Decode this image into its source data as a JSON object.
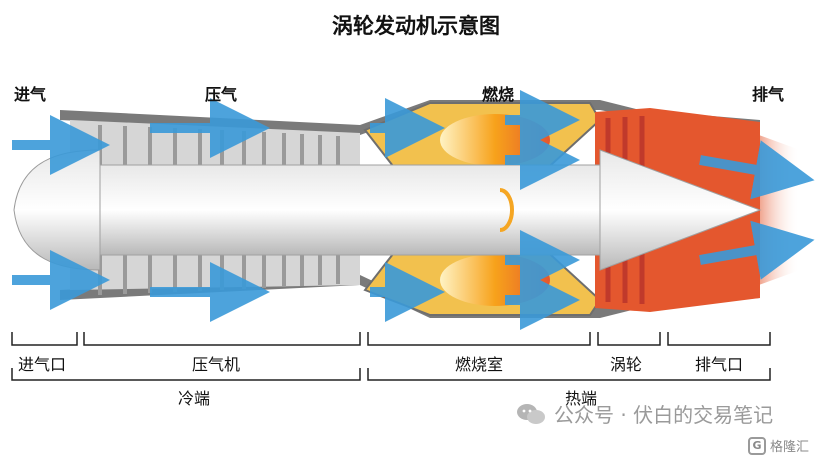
{
  "title": "涡轮发动机示意图",
  "top_labels": {
    "intake": "进气",
    "compress": "压气",
    "burn": "燃烧",
    "exhaust": "排气"
  },
  "section_labels": {
    "inlet": "进气口",
    "compressor": "压气机",
    "combustor": "燃烧室",
    "turbine": "涡轮",
    "nozzle": "排气口"
  },
  "zone_labels": {
    "cold": "冷端",
    "hot": "热端"
  },
  "watermark": "公众号 · 伏白的交易笔记",
  "brand": "格隆汇",
  "colors": {
    "casing": "#8c8c8c",
    "metal": "#c9c9c9",
    "airflow": "#3a9ad9",
    "combustion": "#f5a623",
    "hot_section": "#e4572e"
  }
}
